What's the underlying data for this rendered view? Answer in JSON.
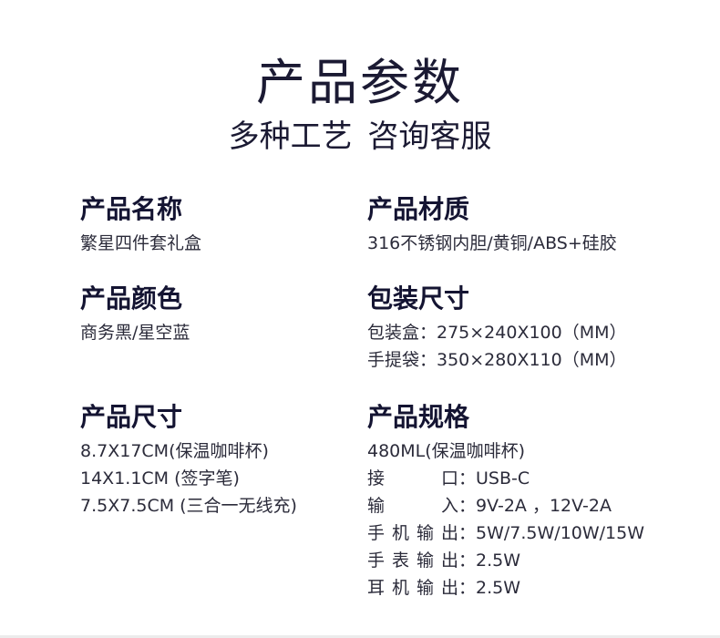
{
  "header": {
    "title": "产品参数",
    "subtitle": "多种工艺 咨询客服"
  },
  "sections": {
    "name": {
      "heading": "产品名称",
      "lines": [
        "繁星四件套礼盒"
      ]
    },
    "material": {
      "heading": "产品材质",
      "lines": [
        "316不锈钢内胆/黄铜/ABS+硅胶"
      ]
    },
    "color": {
      "heading": "产品颜色",
      "lines": [
        "商务黑/星空蓝"
      ]
    },
    "package": {
      "heading": "包装尺寸",
      "lines": [
        "包装盒：275×240X100（MM）",
        "手提袋：350×280X110（MM）"
      ]
    },
    "size": {
      "heading": "产品尺寸",
      "lines": [
        "8.7X17CM(保温咖啡杯)",
        "14X1.1CM (签字笔)",
        "7.5X7.5CM (三合一无线充)"
      ]
    },
    "spec": {
      "heading": "产品规格",
      "first_line": "480ML(保温咖啡杯)",
      "rows": [
        {
          "key": "接　　口",
          "colon": "：",
          "value": "USB-C"
        },
        {
          "key": "输　　入",
          "colon": "：",
          "value": "9V-2A ，12V-2A"
        },
        {
          "key": "手机输出",
          "colon": "：",
          "value": "5W/7.5W/10W/15W"
        },
        {
          "key": "手表输出",
          "colon": "：",
          "value": "2.5W"
        },
        {
          "key": "耳机输出",
          "colon": "：",
          "value": "2.5W"
        }
      ]
    }
  }
}
